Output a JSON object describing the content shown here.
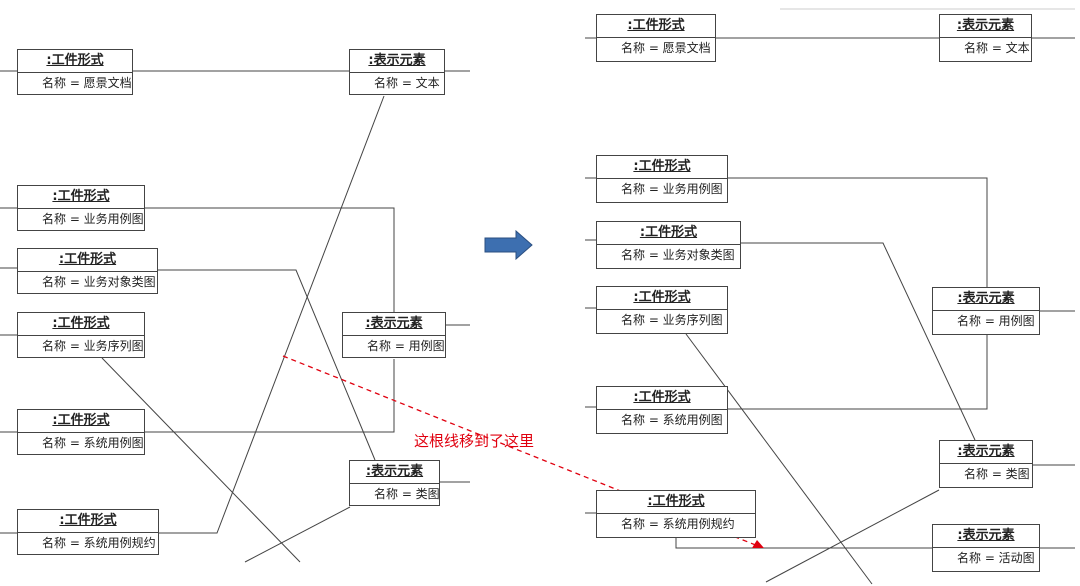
{
  "left": {
    "artifacts": [
      {
        "title": ":工件形式",
        "attr": "名称 = 愿景文档"
      },
      {
        "title": ":工件形式",
        "attr": "名称 = 业务用例图"
      },
      {
        "title": ":工件形式",
        "attr": "名称 = 业务对象类图"
      },
      {
        "title": ":工件形式",
        "attr": "名称 = 业务序列图"
      },
      {
        "title": ":工件形式",
        "attr": "名称 = 系统用例图"
      },
      {
        "title": ":工件形式",
        "attr": "名称 = 系统用例规约"
      }
    ],
    "elements": [
      {
        "title": ":表示元素",
        "attr": "名称 = 文本"
      },
      {
        "title": ":表示元素",
        "attr": "名称 = 用例图"
      },
      {
        "title": ":表示元素",
        "attr": "名称 = 类图"
      }
    ]
  },
  "right": {
    "artifacts": [
      {
        "title": ":工件形式",
        "attr": "名称 = 愿景文档"
      },
      {
        "title": ":工件形式",
        "attr": "名称 = 业务用例图"
      },
      {
        "title": ":工件形式",
        "attr": "名称 = 业务对象类图"
      },
      {
        "title": ":工件形式",
        "attr": "名称 = 业务序列图"
      },
      {
        "title": ":工件形式",
        "attr": "名称 = 系统用例图"
      },
      {
        "title": ":工件形式",
        "attr": "名称 = 系统用例规约"
      }
    ],
    "elements": [
      {
        "title": ":表示元素",
        "attr": "名称 = 文本"
      },
      {
        "title": ":表示元素",
        "attr": "名称 = 用例图"
      },
      {
        "title": ":表示元素",
        "attr": "名称 = 类图"
      },
      {
        "title": ":表示元素",
        "attr": "名称 = 活动图"
      }
    ]
  },
  "annotation": {
    "text": "这根线移到了这里",
    "color": "#e0000f"
  },
  "colors": {
    "line": "#444444",
    "arrow_fill": "#3d6fb0",
    "arrow_stroke": "#2b4f80"
  }
}
